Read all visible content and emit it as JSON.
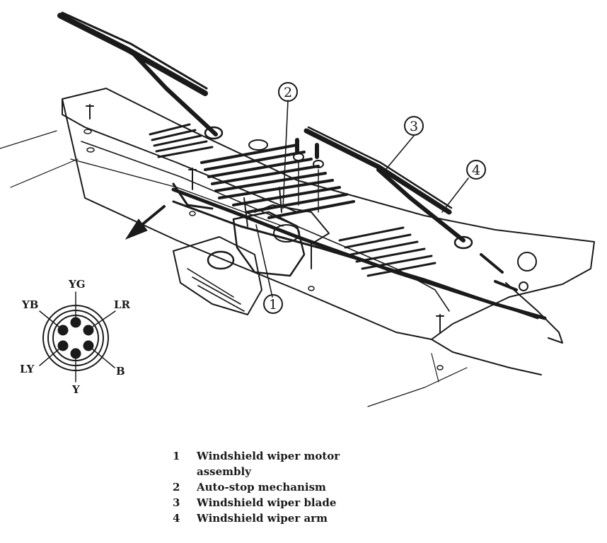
{
  "callouts": [
    {
      "number": "1"
    },
    {
      "number": "2"
    },
    {
      "number": "3"
    },
    {
      "number": "4"
    }
  ],
  "connector": {
    "pins": [
      "YG",
      "LR",
      "B",
      "Y",
      "LY",
      "YB"
    ]
  },
  "legend": {
    "items": [
      {
        "number": "1",
        "label": "Windshield wiper motor\nassembly"
      },
      {
        "number": "2",
        "label": "Auto-stop mechanism"
      },
      {
        "number": "3",
        "label": "Windshield wiper blade"
      },
      {
        "number": "4",
        "label": "Windshield wiper arm"
      }
    ]
  },
  "colors": {
    "ink": "#1a1a1a",
    "paper": "#ffffff"
  }
}
